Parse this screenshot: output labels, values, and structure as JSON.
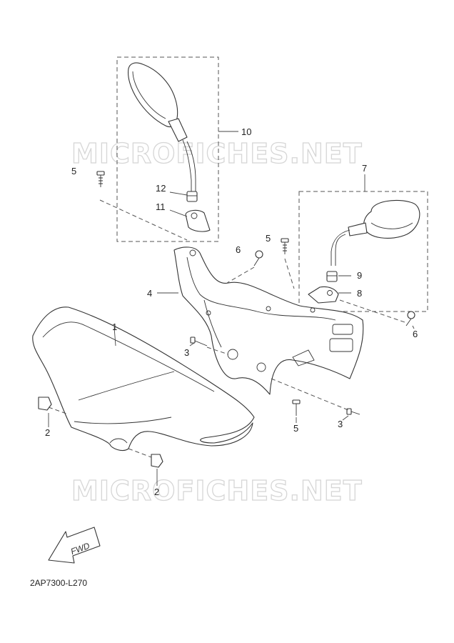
{
  "watermark": "MICROFICHES.NET",
  "diagram_code": "2AP7300-L270",
  "fwd_label": "FWD",
  "callouts": [
    "10",
    "5",
    "12",
    "11",
    "7",
    "5",
    "6",
    "9",
    "8",
    "4",
    "6",
    "1",
    "3",
    "2",
    "5",
    "3",
    "2"
  ]
}
